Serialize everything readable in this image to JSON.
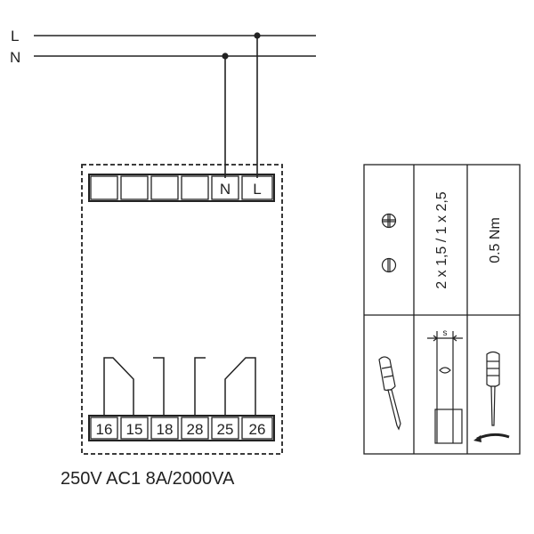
{
  "lines": {
    "l_label": "L",
    "n_label": "N"
  },
  "top_terminals": [
    "",
    "",
    "",
    "",
    "N",
    "L"
  ],
  "bottom_terminals": [
    "16",
    "15",
    "18",
    "28",
    "25",
    "26"
  ],
  "rating": "250V AC1 8A/2000VA",
  "spec_table": {
    "wire_section": "2 x 1,5 / 1 x 2,5",
    "torque": "0.5 Nm",
    "blade_label": "s",
    "icons": [
      "phillips-screw-icon",
      "slotted-screw-icon",
      "screwdriver-icon",
      "blade-width-icon",
      "torque-screwdriver-icon"
    ]
  },
  "colors": {
    "ink": "#222222",
    "background": "#ffffff"
  }
}
